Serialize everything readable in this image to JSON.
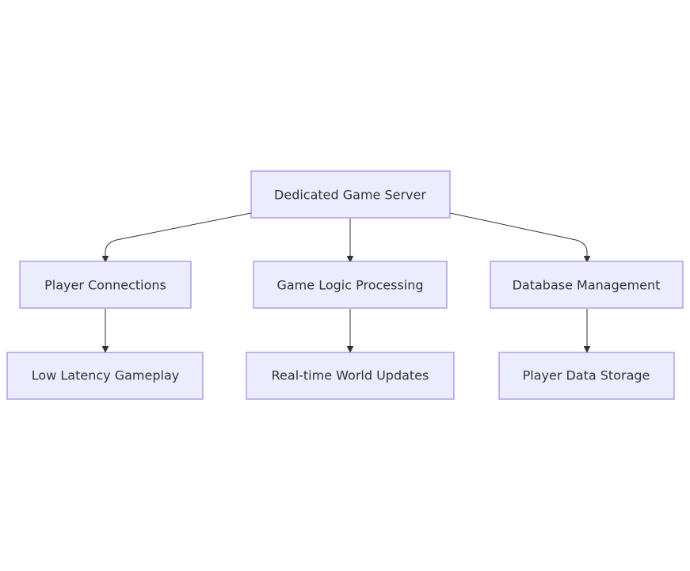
{
  "diagram": {
    "nodes": [
      {
        "id": "server",
        "label": "Dedicated Game Server"
      },
      {
        "id": "players",
        "label": "Player Connections"
      },
      {
        "id": "logic",
        "label": "Game Logic Processing"
      },
      {
        "id": "database",
        "label": "Database Management"
      },
      {
        "id": "latency",
        "label": "Low Latency Gameplay"
      },
      {
        "id": "world",
        "label": "Real-time World Updates"
      },
      {
        "id": "storage",
        "label": "Player Data Storage"
      }
    ],
    "edges": [
      {
        "from": "server",
        "to": "players"
      },
      {
        "from": "server",
        "to": "logic"
      },
      {
        "from": "server",
        "to": "database"
      },
      {
        "from": "players",
        "to": "latency"
      },
      {
        "from": "logic",
        "to": "world"
      },
      {
        "from": "database",
        "to": "storage"
      }
    ]
  }
}
